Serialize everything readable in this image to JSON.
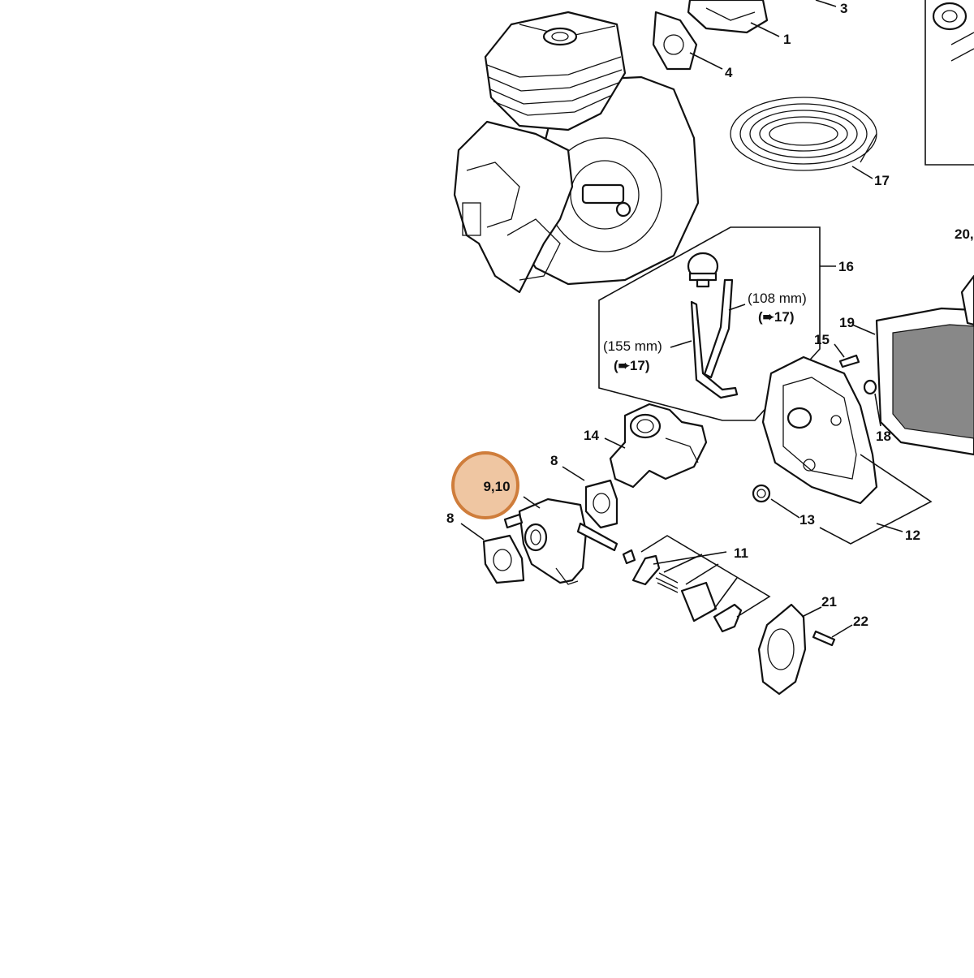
{
  "diagram": {
    "highlight": {
      "label": "9,10",
      "fill": "#efc6a2",
      "stroke": "#cf7d3b"
    },
    "labels": {
      "p1": "1",
      "p3": "3",
      "p4": "4",
      "p8a": "8",
      "p8b": "8",
      "p11": "11",
      "p12": "12",
      "p13": "13",
      "p14": "14",
      "p15": "15",
      "p16": "16",
      "p17": "17",
      "p18": "18",
      "p19": "19",
      "p20": "20,",
      "p21": "21",
      "p22": "22"
    },
    "hose_long": {
      "length": "(155 mm)",
      "ref": "(➨17)"
    },
    "hose_short": {
      "length": "(108 mm)",
      "ref": "(➨17)"
    }
  }
}
